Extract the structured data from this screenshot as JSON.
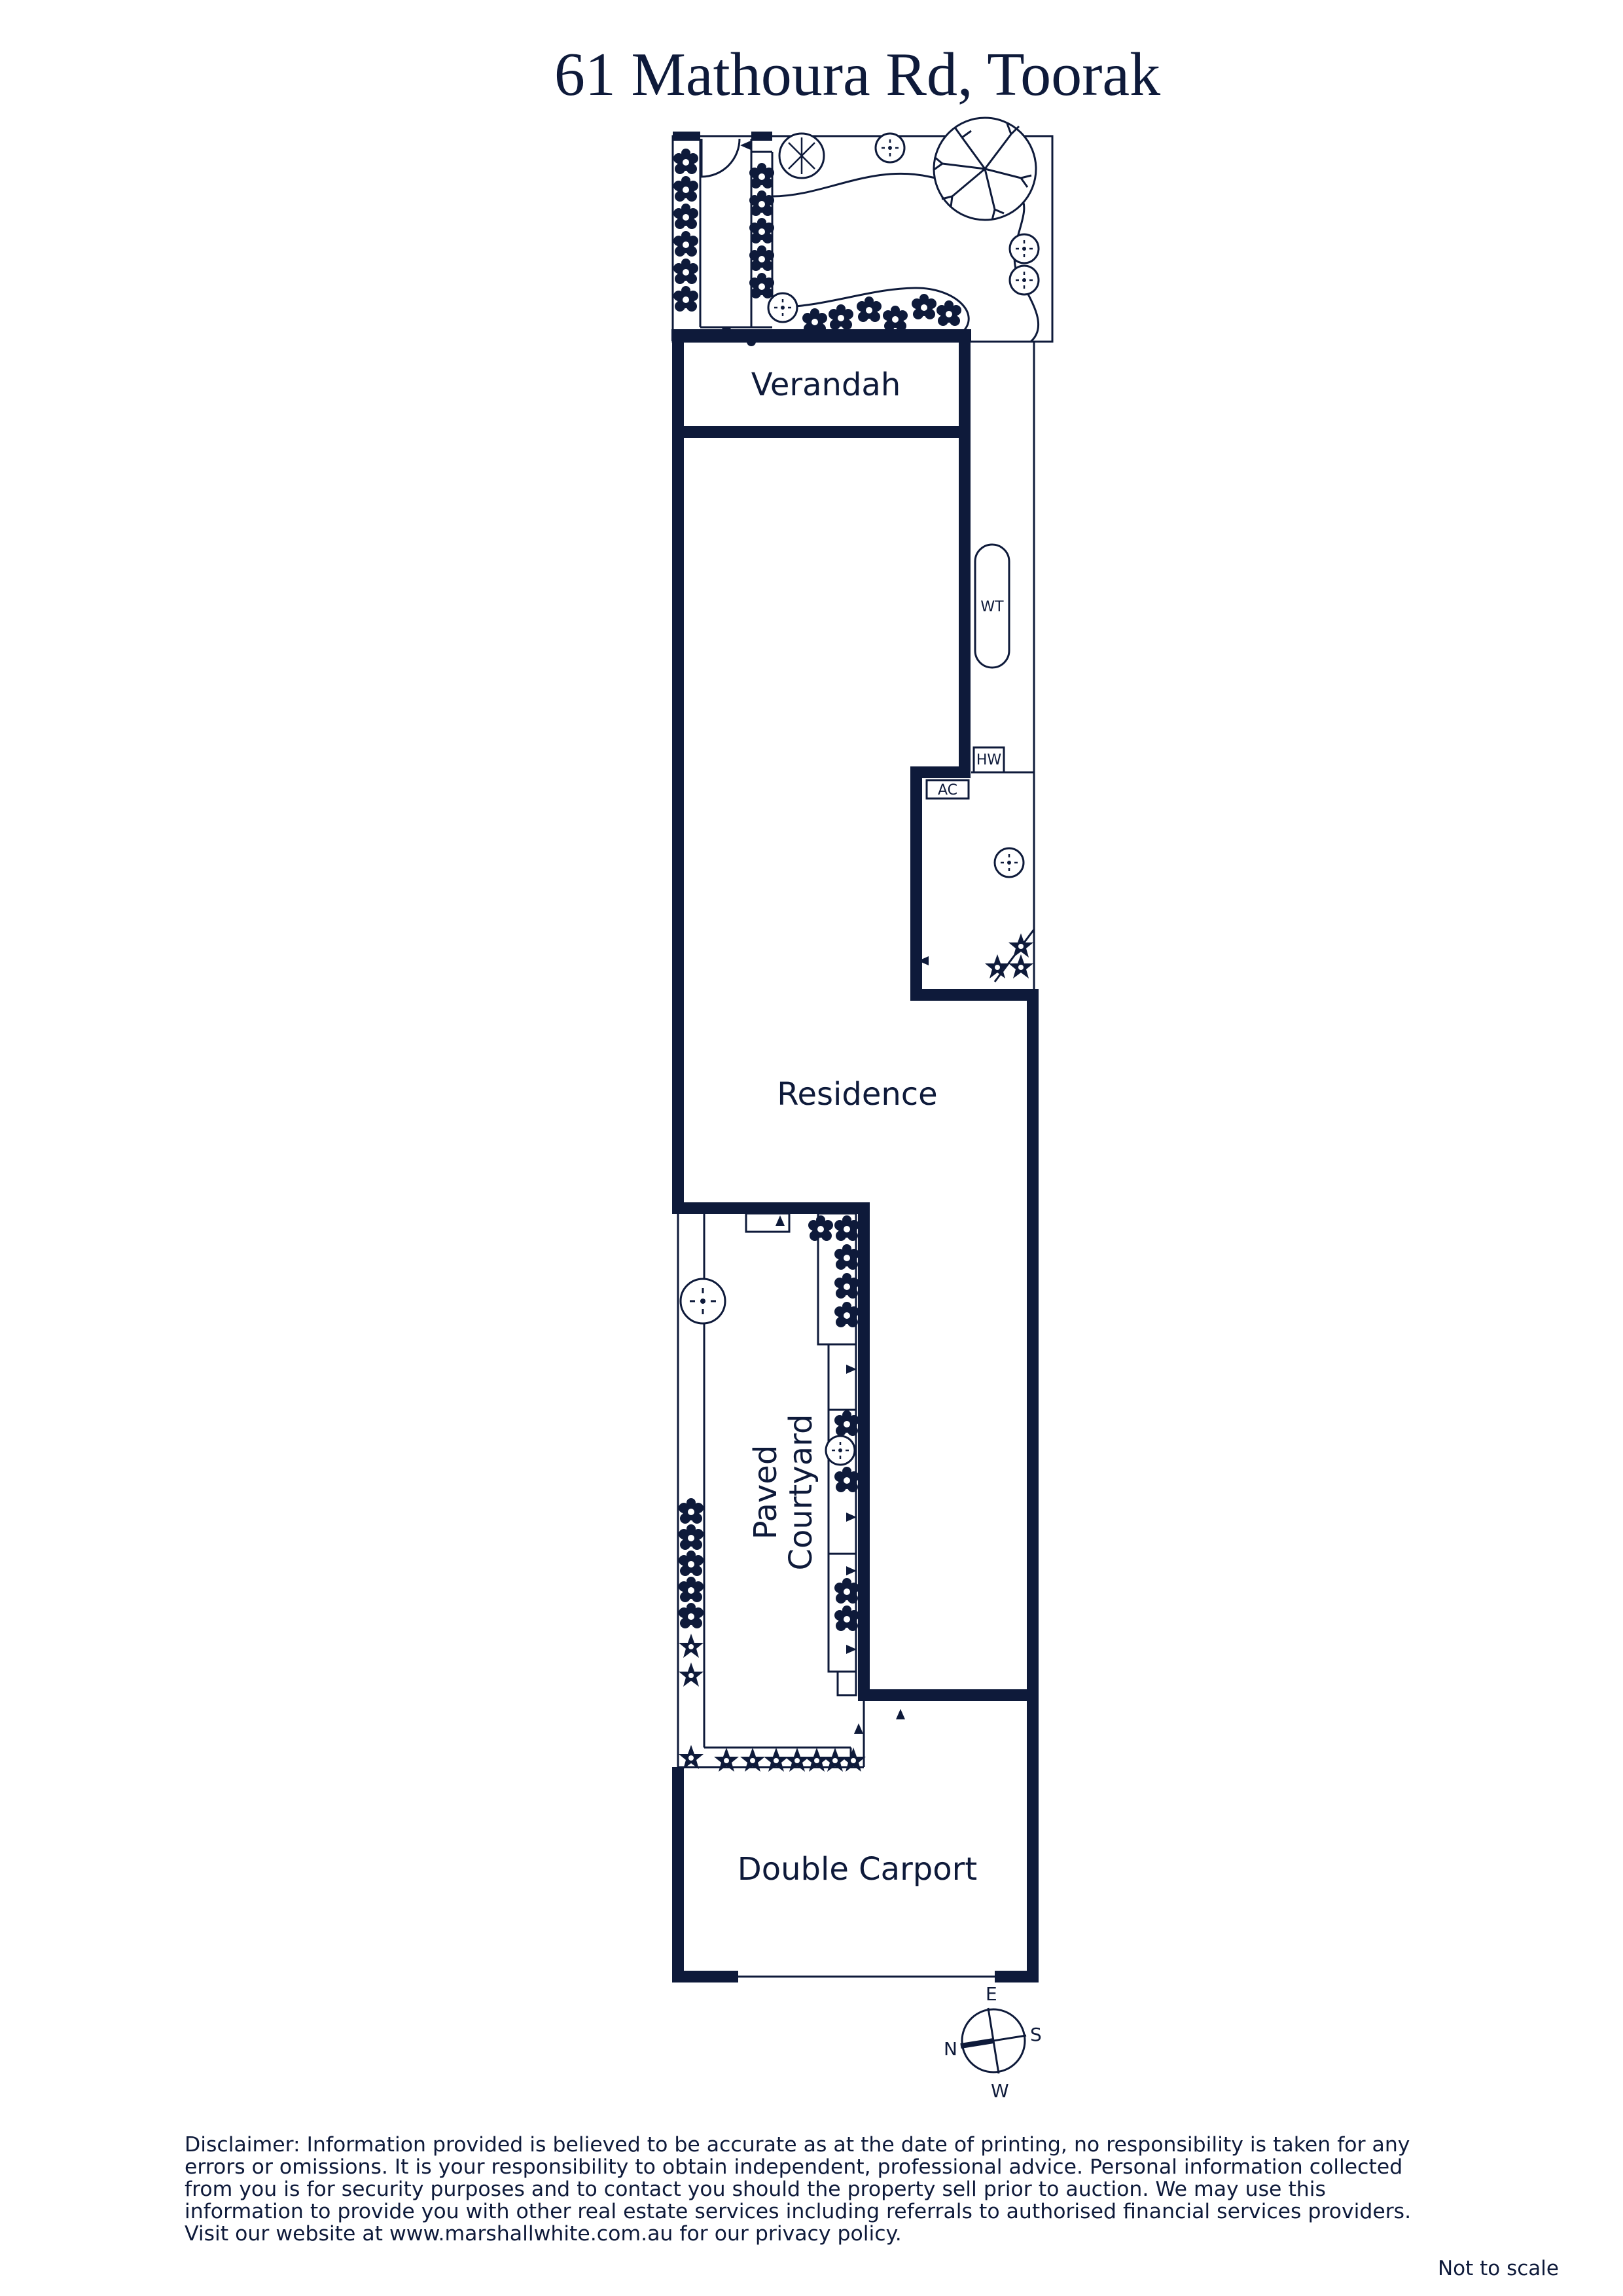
{
  "title": "61 Mathoura Rd, Toorak",
  "rooms": {
    "verandah": "Verandah",
    "residence": "Residence",
    "courtyard_line1": "Paved",
    "courtyard_line2": "Courtyard",
    "carport": "Double Carport"
  },
  "fixtures": {
    "water_tank": "WT",
    "hot_water": "HW",
    "air_conditioner": "AC"
  },
  "compass": {
    "north": "N",
    "east": "E",
    "south": "S",
    "west": "W"
  },
  "disclaimer": "Disclaimer: Information provided is believed to be accurate as at the date of printing, no responsibility is taken for any errors or omissions. It is your responsibility to obtain independent, professional advice. Personal information collected from you is for security purposes and to contact you should the property sell prior to auction. We may use this information to provide you with other real estate services including referrals to authorised financial services providers. Visit our website at www.marshallwhite.com.au for our privacy policy.",
  "scale_note": "Not to scale",
  "colors": {
    "ink": "#0e1a3a",
    "background": "#ffffff"
  }
}
